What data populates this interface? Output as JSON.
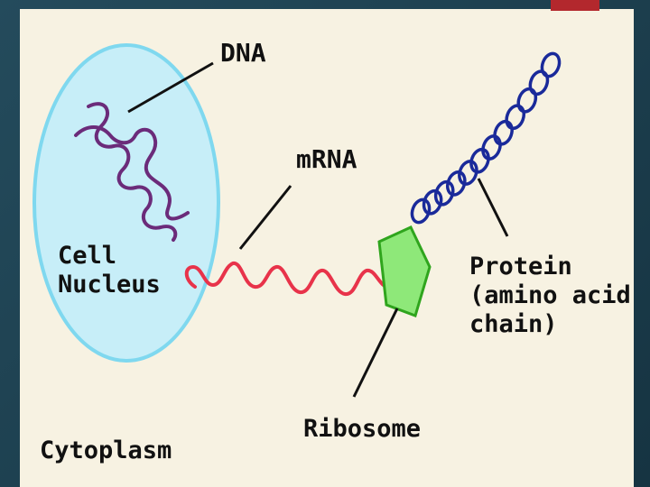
{
  "diagram": {
    "labels": {
      "dna": "DNA",
      "mrna": "mRNA",
      "cell_nucleus_line1": "Cell",
      "cell_nucleus_line2": "Nucleus",
      "protein_line1": "Protein",
      "protein_line2": "(amino acid",
      "protein_line3": "chain)",
      "ribosome": "Ribosome",
      "cytoplasm": "Cytoplasm"
    },
    "colors": {
      "background": "#f7f2e2",
      "nucleus_fill": "#c7eef8",
      "nucleus_stroke": "#7fd8ef",
      "dna": "#6b2b7a",
      "mrna": "#e8334a",
      "ribosome_fill": "#8ee879",
      "ribosome_stroke": "#2fa51d",
      "protein": "#1a2a9a",
      "frame": "#1d3f4e",
      "accent": "#b3282d"
    }
  }
}
